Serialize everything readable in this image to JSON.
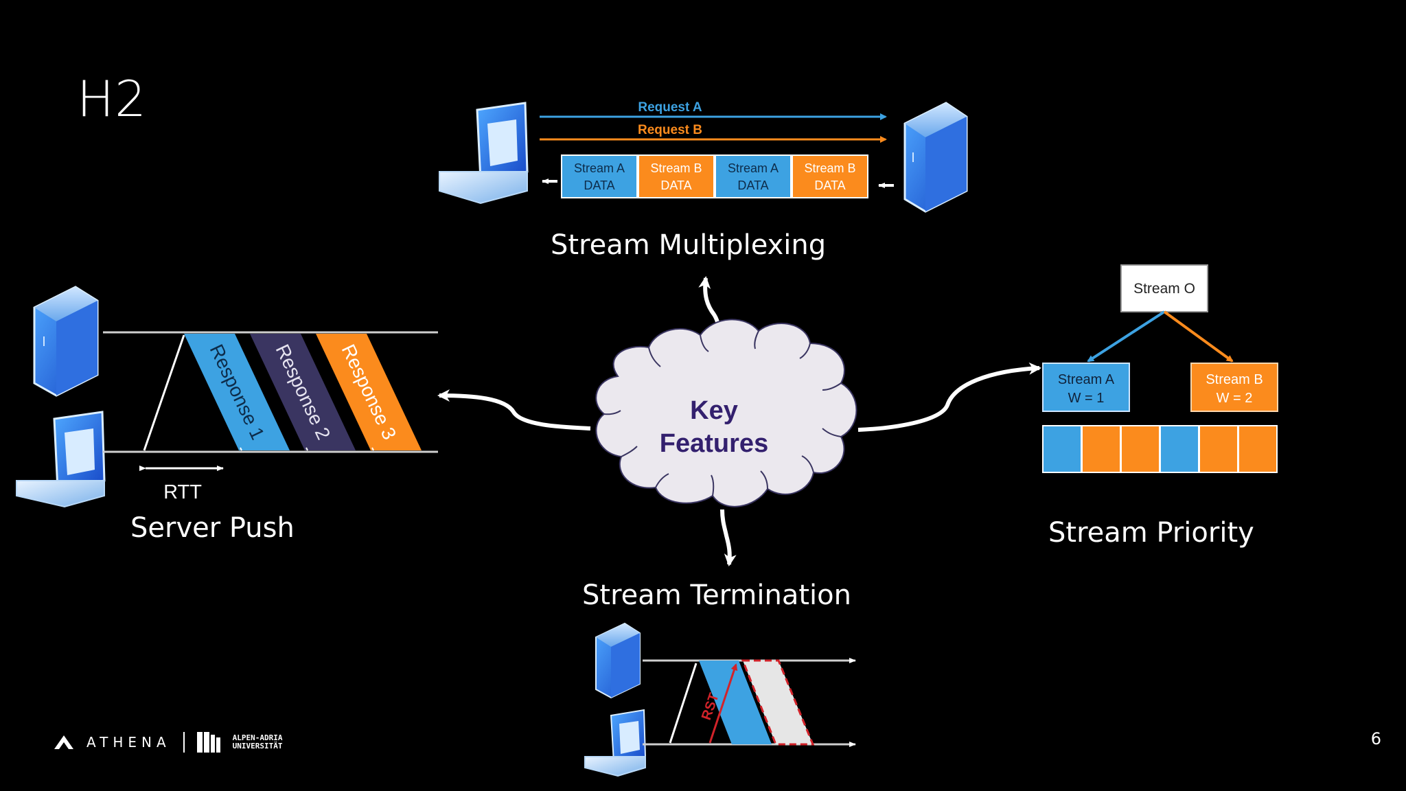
{
  "slide": {
    "title": "H2",
    "page_number": "6"
  },
  "center": {
    "line1": "Key",
    "line2": "Features"
  },
  "multiplexing": {
    "caption": "Stream Multiplexing",
    "request_a": "Request A",
    "request_b": "Request B",
    "frames": [
      {
        "l1": "Stream A",
        "l2": "DATA"
      },
      {
        "l1": "Stream B",
        "l2": "DATA"
      },
      {
        "l1": "Stream A",
        "l2": "DATA"
      },
      {
        "l1": "Stream B",
        "l2": "DATA"
      }
    ]
  },
  "server_push": {
    "caption": "Server Push",
    "rtt": "RTT",
    "responses": [
      "Response 1",
      "Response 2",
      "Response 3"
    ]
  },
  "priority": {
    "caption": "Stream Priority",
    "root": "Stream O",
    "child_a": {
      "l1": "Stream A",
      "l2": "W = 1"
    },
    "child_b": {
      "l1": "Stream B",
      "l2": "W = 2"
    }
  },
  "termination": {
    "caption": "Stream Termination",
    "rst": "RST"
  },
  "footer": {
    "brand": "ATHENA",
    "university_l1": "ALPEN-ADRIA",
    "university_l2": "UNIVERSITÄT"
  },
  "colors": {
    "blue": "#3da2e2",
    "orange": "#fb8b1d",
    "navy": "#3a3561",
    "cloud": "#ebe8ee",
    "cloud_text": "#33206e",
    "rst_red": "#d2232a"
  }
}
